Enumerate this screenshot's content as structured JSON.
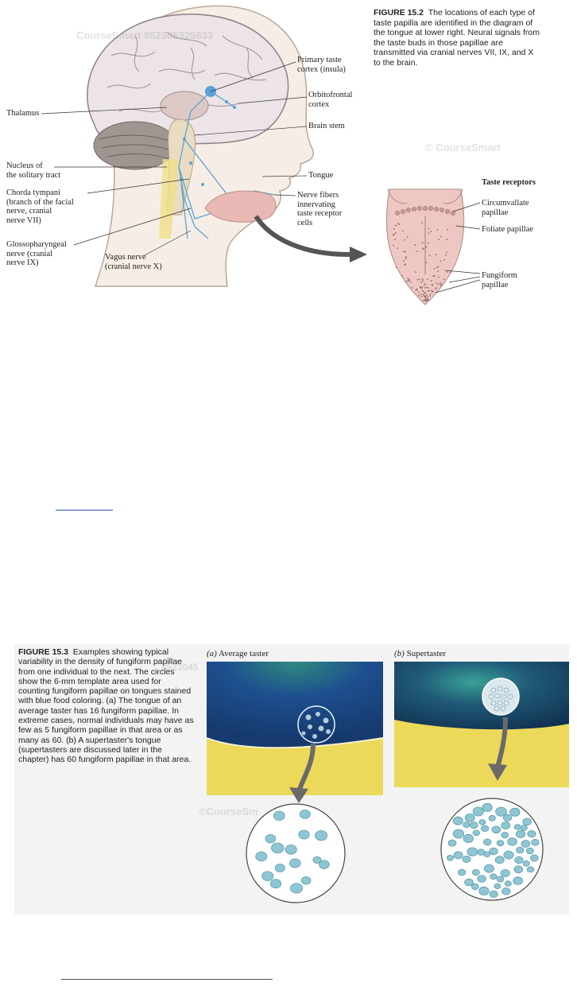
{
  "figure_15_2": {
    "caption": {
      "label": "FIGURE 15.2",
      "text": "The locations of each type of taste papilla are identified in the diagram of the tongue at lower right. Neural signals from the taste buds in those papillae are transmitted via cranial nerves VII, IX, and X to the brain."
    },
    "labels": {
      "primary_taste_cortex": "Primary taste\ncortex (insula)",
      "orbitofrontal_cortex": "Orbitofrontal\ncortex",
      "thalamus": "Thalamus",
      "brain_stem": "Brain stem",
      "nucleus_solitary": "Nucleus of\nthe solitary tract",
      "chorda_tympani": "Chorda tympani\n(branch of the facial\nnerve, cranial\nnerve VII)",
      "tongue": "Tongue",
      "nerve_fibers": "Nerve fibers\ninnervating\ntaste receptor\ncells",
      "glossopharyngeal": "Glossopharyngeal\nnerve (cranial\nnerve IX)",
      "vagus": "Vagus nerve\n(cranial nerve X)",
      "taste_receptors": "Taste receptors",
      "circumvallate": "Circumvallate\npapillae",
      "foliate": "Foliate papillae",
      "fungiform": "Fungiform\npapillae"
    },
    "watermarks": [
      "CourseSmart 852305929833",
      "© CourseSmart"
    ]
  },
  "figure_15_3": {
    "caption": {
      "label": "FIGURE 15.3",
      "text": "Examples showing typical variability in the density of fungiform papillae from one individual to the next. The circles show the 6-mm template area used for counting fungiform papillae on tongues stained with blue food coloring. (a) The tongue of an average taster has 16 fungiform papillae. In extreme cases, normal individuals may have as few as 5 fungiform papillae in that area or as many as 60. (b) A supertaster's tongue (supertasters are discussed later in the chapter) has 60 fungiform papillae in that area."
    },
    "panel_a": {
      "letter": "(a)",
      "title": "Average taster"
    },
    "panel_b": {
      "letter": "(b)",
      "title": "Supertaster"
    },
    "watermarks": [
      "8523045",
      "©CourseSm"
    ]
  },
  "colors": {
    "nerve_blue": "#5aa3d6",
    "stain_blue": "#1d4f8f",
    "tongue_pink": "#efc7c2",
    "yellow": "#ecd95a"
  }
}
